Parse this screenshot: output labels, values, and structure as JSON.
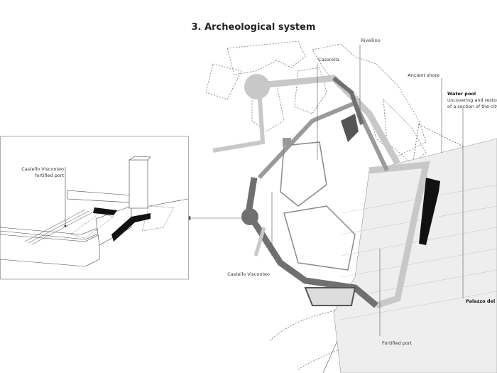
{
  "title": "3. Archeological system",
  "labels": {
    "rivellino": "Rivellino",
    "casorella": "Casorella",
    "ancient_shore": "Ancient shore",
    "water_pool_title": "Water pool",
    "water_pool_desc1": "uncovering and restora",
    "water_pool_desc2": "of a section of the city",
    "inset_label1": "Castello Visconteo",
    "inset_label2": "fortified port",
    "castello": "Castello Visconteo",
    "fortified_port": "Fortified port",
    "palazzo": "Palazzo del"
  },
  "colors": {
    "wall_light": "#c8c8c8",
    "wall_mid": "#9a9a9a",
    "wall_dark": "#707070",
    "black": "#111111",
    "line": "#555555"
  }
}
